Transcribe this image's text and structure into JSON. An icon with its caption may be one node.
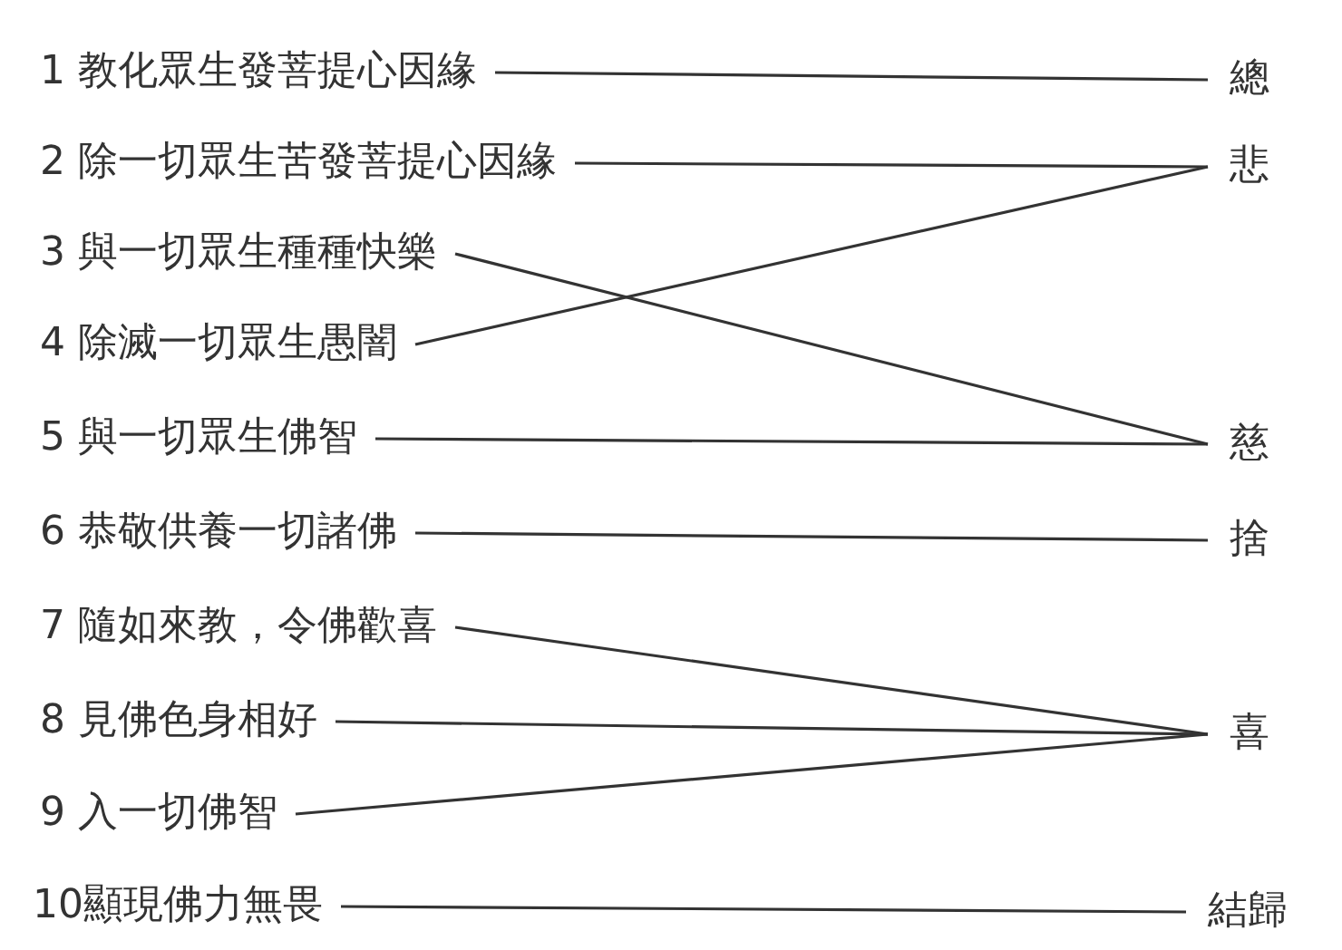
{
  "diagram": {
    "nodes": [
      {
        "text": [
          "1 教化眾生發菩提心因緣"
        ]
      },
      {
        "text": [
          "2 除一切眾生苦發菩提心因緣"
        ]
      },
      {
        "text": [
          "3 與一切眾生種種快樂"
        ]
      },
      {
        "text": [
          "4 除滅一切眾生愚闇"
        ]
      },
      {
        "text": [
          "5 與一切眾生佛智"
        ]
      },
      {
        "text": [
          "6 恭敬供養一切諸佛"
        ]
      },
      {
        "text": [
          "7 隨如來教，令佛歡喜"
        ]
      },
      {
        "text": [
          "8 見佛色身相好"
        ]
      },
      {
        "text": [
          "9 入一切佛智"
        ]
      },
      {
        "text": [
          "10顯現佛力無畏"
        ]
      },
      {
        "text": [
          "總"
        ]
      },
      {
        "text": [
          "悲"
        ]
      },
      {
        "text": [
          "慈"
        ]
      },
      {
        "text": [
          "捨"
        ]
      },
      {
        "text": [
          "喜"
        ]
      },
      {
        "text": [
          "結歸"
        ]
      }
    ],
    "edges": [
      {
        "from": 0,
        "to": 10,
        "arrow": "none"
      },
      {
        "from": 1,
        "to": 11,
        "arrow": "none"
      },
      {
        "from": 2,
        "to": 12,
        "arrow": "none"
      },
      {
        "from": 3,
        "to": 11,
        "arrow": "none"
      },
      {
        "from": 4,
        "to": 12,
        "arrow": "none"
      },
      {
        "from": 5,
        "to": 13,
        "arrow": "none"
      },
      {
        "from": 6,
        "to": 14,
        "arrow": "none"
      },
      {
        "from": 7,
        "to": 14,
        "arrow": "none"
      },
      {
        "from": 8,
        "to": 14,
        "arrow": "none"
      },
      {
        "from": 9,
        "to": 15,
        "arrow": "none"
      }
    ]
  }
}
